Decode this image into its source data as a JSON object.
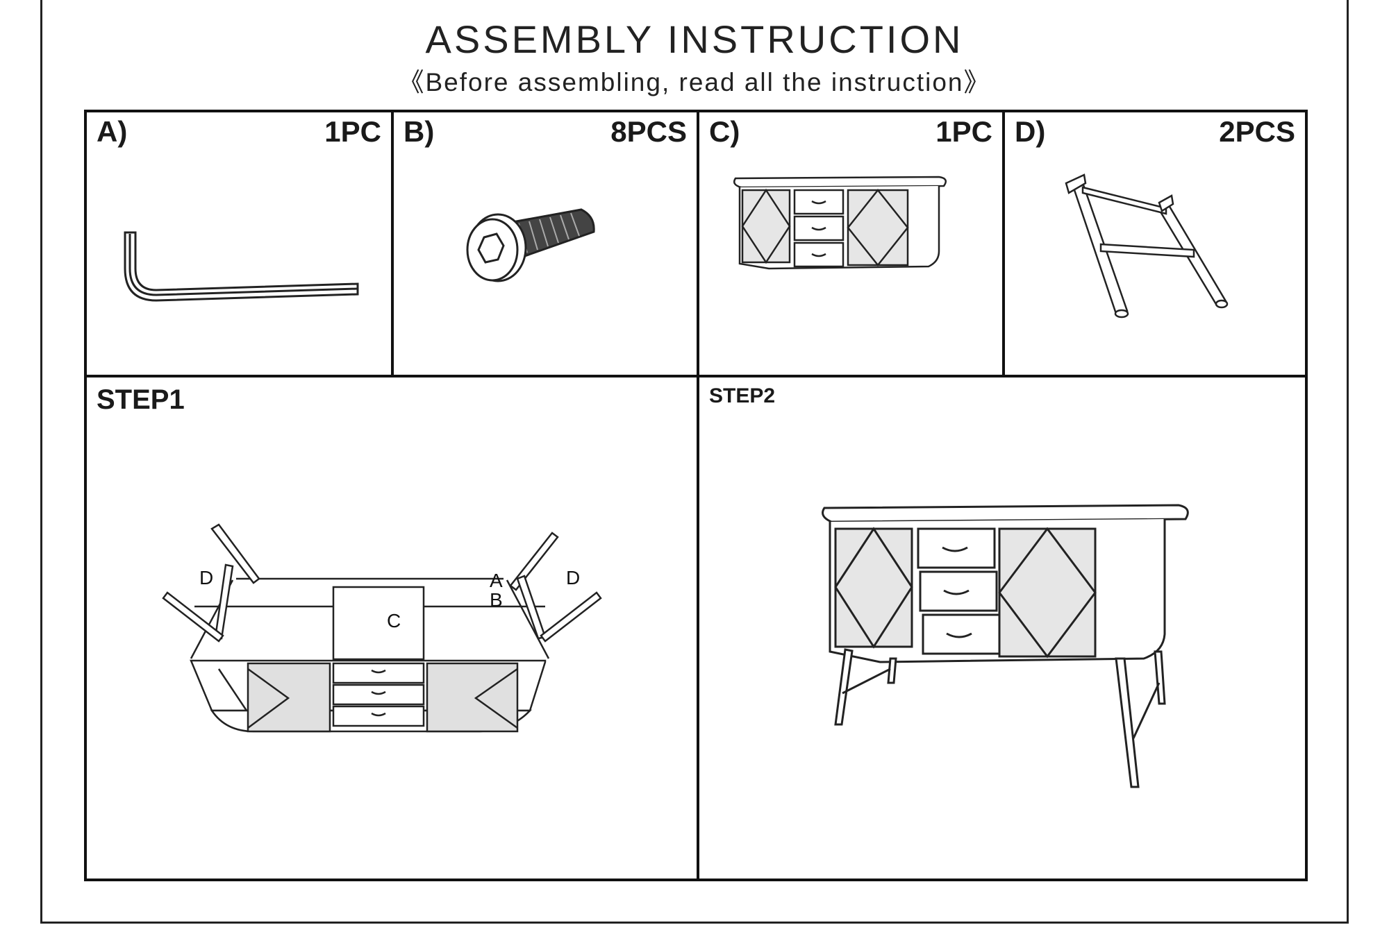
{
  "header": {
    "title": "ASSEMBLY INSTRUCTION",
    "subtitle": "《Before assembling, read all the instruction》"
  },
  "parts": [
    {
      "letter": "A)",
      "qty": "1PC",
      "icon": "allen-key-icon"
    },
    {
      "letter": "B)",
      "qty": "8PCS",
      "icon": "screw-bolt-icon"
    },
    {
      "letter": "C)",
      "qty": "1PC",
      "icon": "sideboard-cabinet-icon"
    },
    {
      "letter": "D)",
      "qty": "2PCS",
      "icon": "leg-frame-icon"
    }
  ],
  "steps": [
    {
      "title": "STEP1",
      "labels": {
        "d_left": "D",
        "d_right": "D",
        "a": "A",
        "b": "B",
        "c": "C"
      }
    },
    {
      "title": "STEP2"
    }
  ]
}
